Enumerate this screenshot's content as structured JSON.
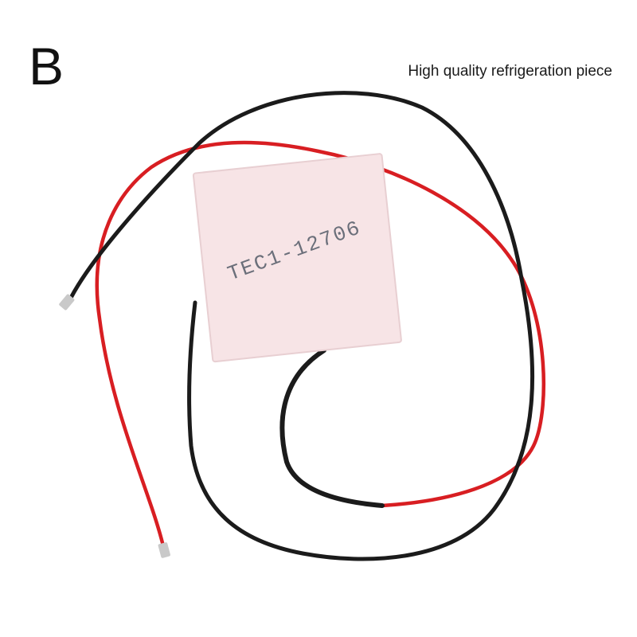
{
  "variant": {
    "letter": "B"
  },
  "caption": {
    "text": "High quality refrigeration piece"
  },
  "product": {
    "module_label": "TEC1-12706",
    "colors": {
      "ceramic": "#f7e4e6",
      "ceramic_edge": "#e8cfd2",
      "label_text": "#6b6f7a",
      "red_wire": "#d81e22",
      "black_wire": "#1b1b1b",
      "wire_tip": "#c9c9c9"
    }
  }
}
